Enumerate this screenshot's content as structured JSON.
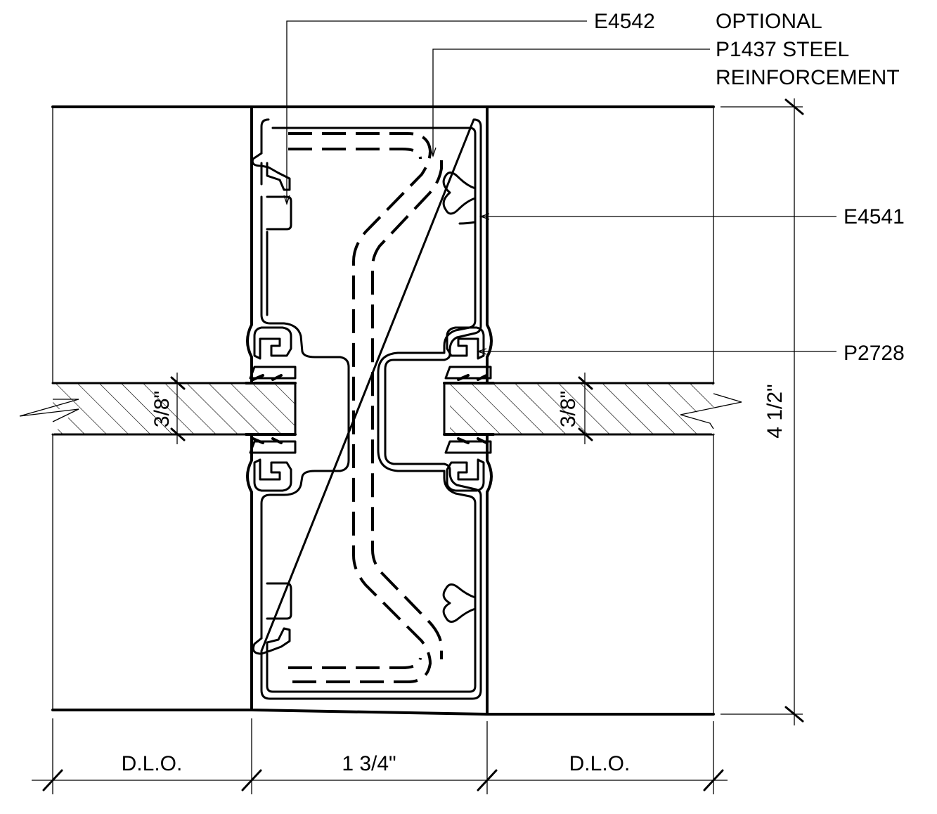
{
  "callouts": {
    "e4542": "E4542",
    "optional_line1": "OPTIONAL",
    "optional_line2": "P1437 STEEL",
    "optional_line3": "REINFORCEMENT",
    "e4541": "E4541",
    "p2728": "P2728"
  },
  "dimensions": {
    "height": "4 1/2\"",
    "glass_left": "3/8\"",
    "glass_right": "3/8\"",
    "dlo_left": "D.L.O.",
    "mullion_width": "1 3/4\"",
    "dlo_right": "D.L.O."
  }
}
